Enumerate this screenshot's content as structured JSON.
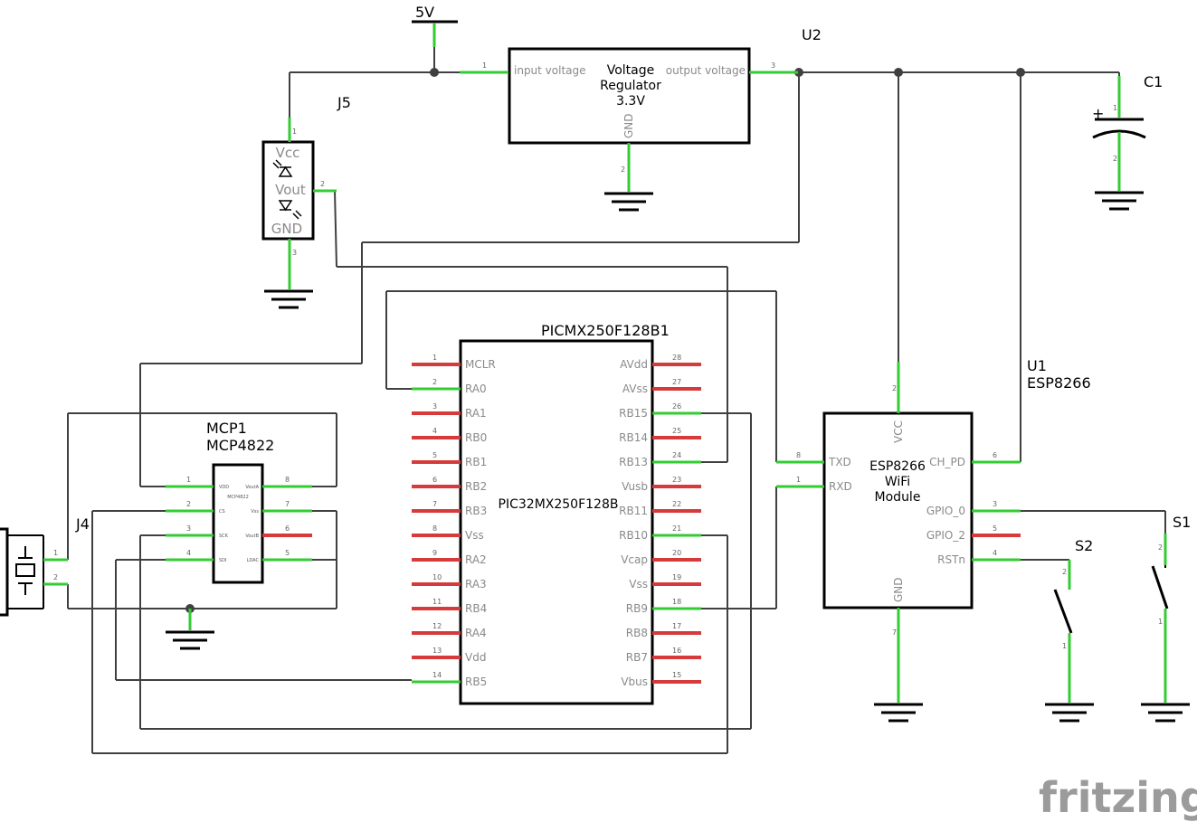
{
  "supply": {
    "label": "5V"
  },
  "regulator": {
    "ref": "U2",
    "line1": "Voltage",
    "line2": "Regulator",
    "line3": "3.3V",
    "pin_in": "input voltage",
    "pin_out": "output voltage",
    "pin_gnd": "GND",
    "pin_in_num": "1",
    "pin_out_num": "3",
    "pin_gnd_num": "2"
  },
  "capacitor": {
    "ref": "C1",
    "plus": "+",
    "pin1": "1",
    "pin2": "2"
  },
  "sensor": {
    "ref": "J5",
    "pin_vcc": "Vcc",
    "pin_vout": "Vout",
    "pin_gnd": "GND",
    "n1": "1",
    "n2": "2",
    "n3": "3"
  },
  "pic": {
    "ref": "PICMX250F128B1",
    "name": "PIC32MX250F128B",
    "left_pins": [
      {
        "num": "1",
        "name": "MCLR"
      },
      {
        "num": "2",
        "name": "RA0"
      },
      {
        "num": "3",
        "name": "RA1"
      },
      {
        "num": "4",
        "name": "RB0"
      },
      {
        "num": "5",
        "name": "RB1"
      },
      {
        "num": "6",
        "name": "RB2"
      },
      {
        "num": "7",
        "name": "RB3"
      },
      {
        "num": "8",
        "name": "Vss"
      },
      {
        "num": "9",
        "name": "RA2"
      },
      {
        "num": "10",
        "name": "RA3"
      },
      {
        "num": "11",
        "name": "RB4"
      },
      {
        "num": "12",
        "name": "RA4"
      },
      {
        "num": "13",
        "name": "Vdd"
      },
      {
        "num": "14",
        "name": "RB5"
      }
    ],
    "right_pins": [
      {
        "num": "28",
        "name": "AVdd"
      },
      {
        "num": "27",
        "name": "AVss"
      },
      {
        "num": "26",
        "name": "RB15"
      },
      {
        "num": "25",
        "name": "RB14"
      },
      {
        "num": "24",
        "name": "RB13"
      },
      {
        "num": "23",
        "name": "Vusb"
      },
      {
        "num": "22",
        "name": "RB11"
      },
      {
        "num": "21",
        "name": "RB10"
      },
      {
        "num": "20",
        "name": "Vcap"
      },
      {
        "num": "19",
        "name": "Vss"
      },
      {
        "num": "18",
        "name": "RB9"
      },
      {
        "num": "17",
        "name": "RB8"
      },
      {
        "num": "16",
        "name": "RB7"
      },
      {
        "num": "15",
        "name": "Vbus"
      }
    ]
  },
  "esp": {
    "ref1": "U1",
    "ref2": "ESP8266",
    "line1": "ESP8266",
    "line2": "WiFi",
    "line3": "Module",
    "vcc": "VCC",
    "vcc_num": "2",
    "gnd": "GND",
    "gnd_num": "7",
    "txd": "TXD",
    "txd_num": "8",
    "rxd": "RXD",
    "rxd_num": "1",
    "ch_pd": "CH_PD",
    "ch_pd_num": "6",
    "gpio0": "GPIO_0",
    "gpio0_num": "3",
    "gpio2": "GPIO_2",
    "gpio2_num": "5",
    "rstn": "RSTn",
    "rstn_num": "4"
  },
  "dac": {
    "ref1": "MCP1",
    "ref2": "MCP4822",
    "chip": "MCP4822",
    "left": [
      {
        "num": "1",
        "name": "VDD"
      },
      {
        "num": "2",
        "name": "CS"
      },
      {
        "num": "3",
        "name": "SCK"
      },
      {
        "num": "4",
        "name": "SDI"
      }
    ],
    "right": [
      {
        "num": "8",
        "name": "VoutA"
      },
      {
        "num": "7",
        "name": "Vss"
      },
      {
        "num": "6",
        "name": "VoutB"
      },
      {
        "num": "5",
        "name": "LDAC"
      }
    ]
  },
  "jack": {
    "ref": "J4",
    "n1": "1",
    "n2": "2"
  },
  "switches": {
    "s1": {
      "ref": "S1",
      "n1": "1",
      "n2": "2"
    },
    "s2": {
      "ref": "S2",
      "n1": "1",
      "n2": "2"
    }
  },
  "logo": "fritzing"
}
